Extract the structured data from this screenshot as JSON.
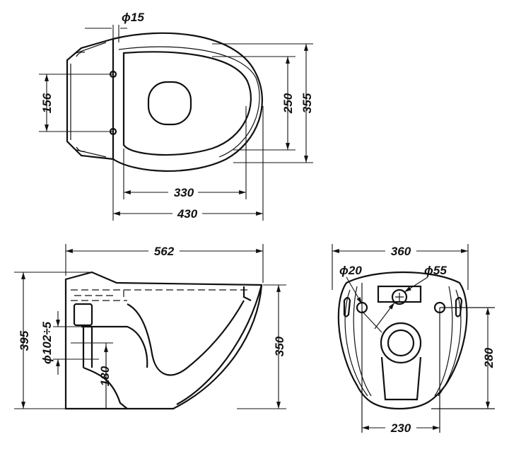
{
  "title": "Wall-hung toilet dimension drawing",
  "top_view": {
    "hole_diameter": "ϕ15",
    "bolt_spacing": "156",
    "inner_width": "250",
    "overall_width": "355",
    "bowl_length": "330",
    "overall_length": "430"
  },
  "side_view": {
    "overall_length": "562",
    "overall_height": "395",
    "outlet_diameter": "ϕ102÷5",
    "outlet_height": "180",
    "rim_height": "350"
  },
  "rear_view": {
    "overall_width": "360",
    "bolt_hole_diameter": "ϕ20",
    "inlet_diameter": "ϕ55",
    "bolt_height": "280",
    "bolt_spacing": "230"
  }
}
